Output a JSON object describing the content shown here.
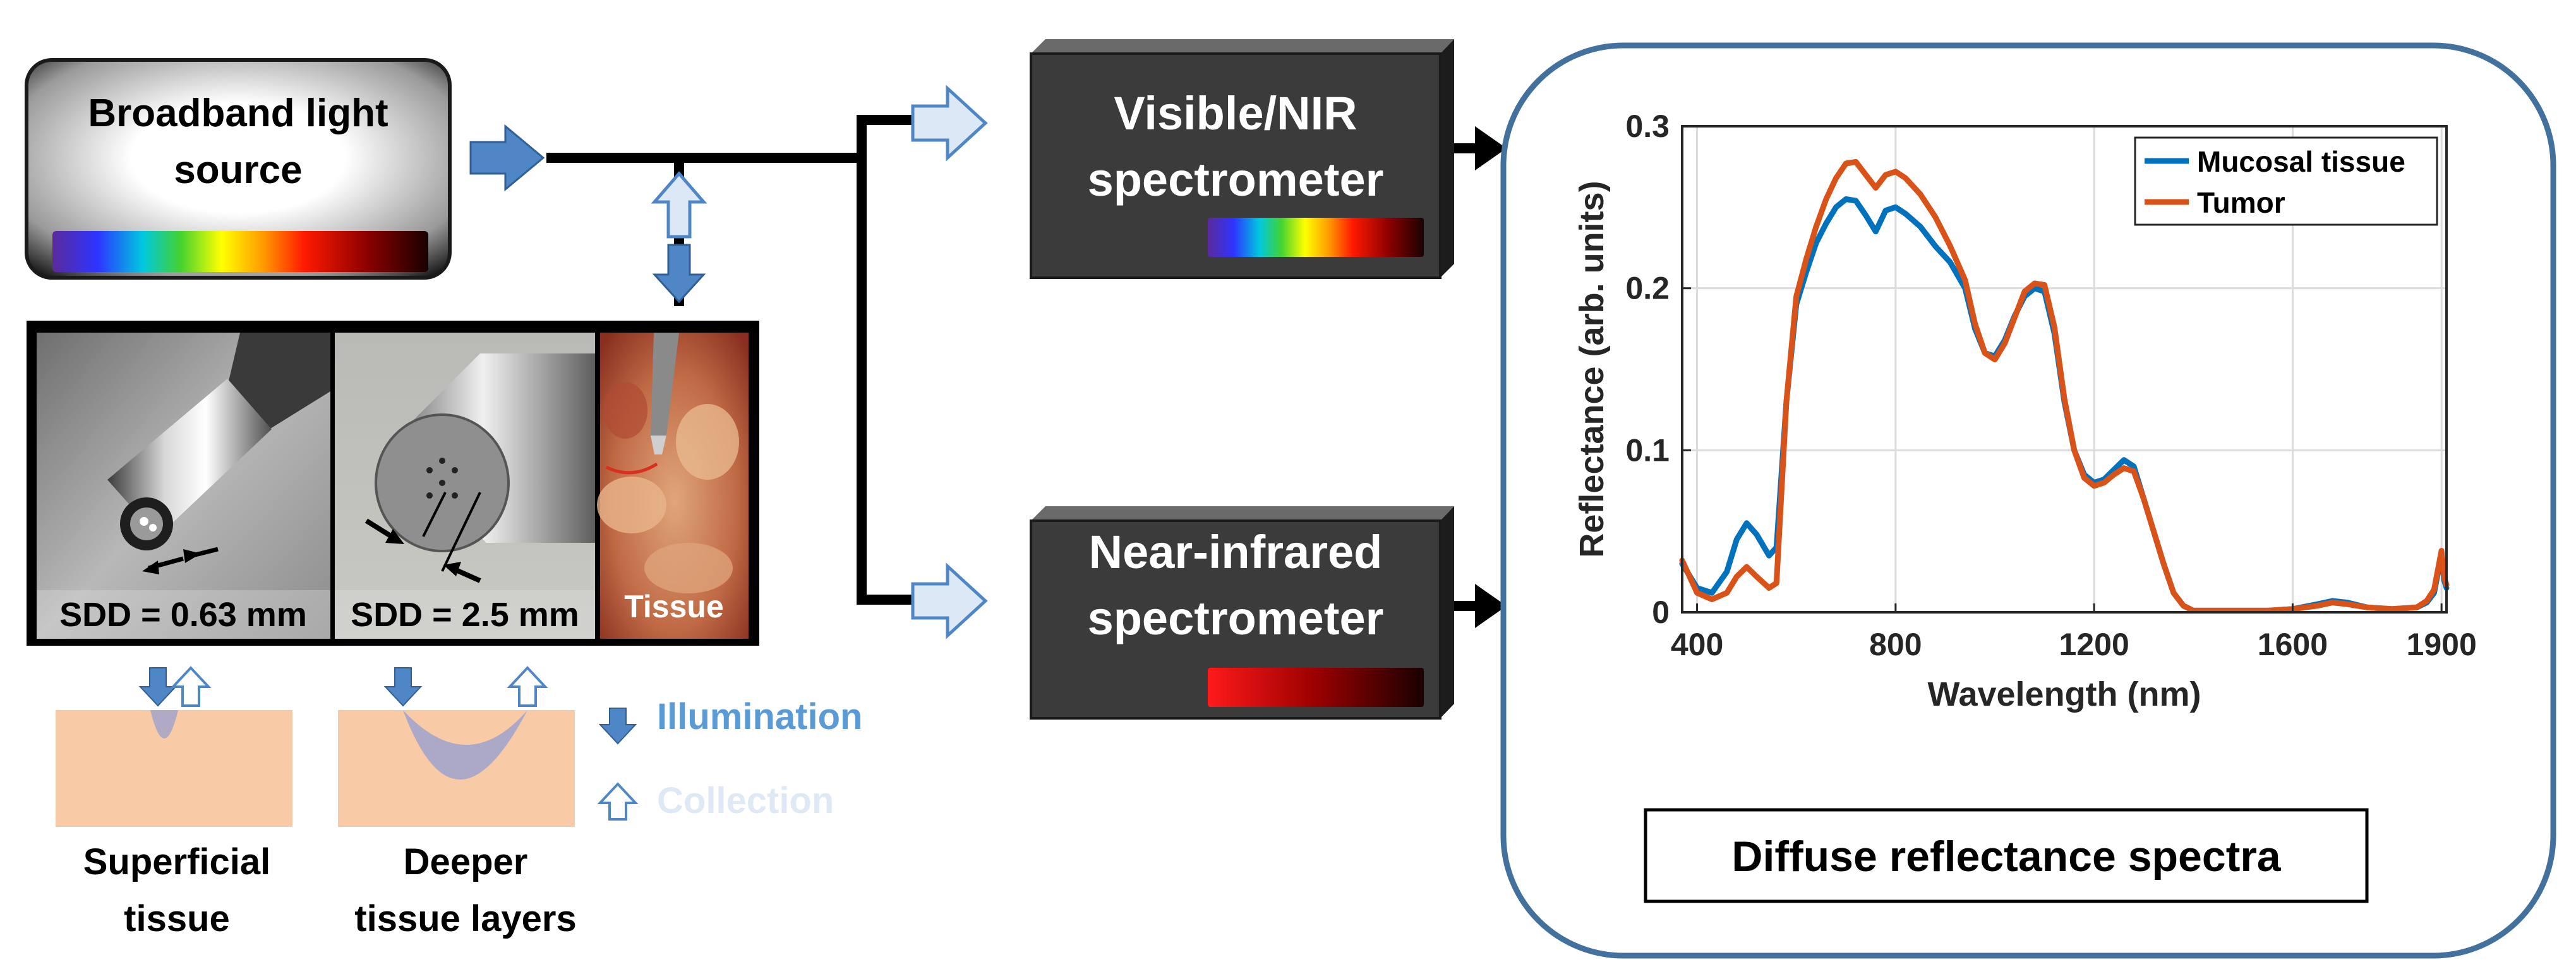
{
  "source_box": {
    "line1": "Broadband light",
    "line2": "source"
  },
  "photos": {
    "probe1_label": "SDD = 0.63 mm",
    "probe2_label": "SDD = 2.5 mm",
    "tissue_label": "Tissue"
  },
  "depth": {
    "superficial_line1": "Superficial",
    "superficial_line2": "tissue",
    "deeper_line1": "Deeper",
    "deeper_line2": "tissue layers"
  },
  "legend_arrows": {
    "illumination": "Illumination",
    "collection": "Collection"
  },
  "spectrometers": {
    "visible_line1": "Visible/NIR",
    "visible_line2": "spectrometer",
    "nir_line1": "Near-infrared",
    "nir_line2": "spectrometer"
  },
  "result_caption": "Diffuse reflectance spectra",
  "colors": {
    "arrow_blue": "#4f86c6",
    "arrow_light": "#dce8f5",
    "tissue_peach": "#f8cba6",
    "penetration": "#a7a6c8",
    "mucosal": "#0072bd",
    "tumor": "#d95319",
    "panel_border": "#41719c",
    "spectrometer_fill": "#3b3b3b"
  },
  "chart_data": {
    "type": "line",
    "xlabel": "Wavelength (nm)",
    "ylabel": "Reflectance (arb. units)",
    "xlim": [
      370,
      1910
    ],
    "ylim": [
      0,
      0.3
    ],
    "xticks": [
      400,
      800,
      1200,
      1600,
      1900
    ],
    "yticks": [
      0,
      0.1,
      0.2,
      0.3
    ],
    "xtick_labels": [
      "400",
      "800",
      "1200",
      "1600",
      "1900"
    ],
    "ytick_labels": [
      "0",
      "0.1",
      "0.2",
      "0.3"
    ],
    "grid": true,
    "legend_position": "top-right",
    "series": [
      {
        "name": "Mucosal tissue",
        "color": "#0072bd",
        "x": [
          370,
          400,
          430,
          460,
          480,
          500,
          520,
          545,
          560,
          580,
          600,
          620,
          640,
          660,
          680,
          700,
          720,
          740,
          760,
          780,
          800,
          820,
          850,
          880,
          910,
          940,
          960,
          980,
          1000,
          1020,
          1040,
          1060,
          1080,
          1100,
          1120,
          1140,
          1160,
          1180,
          1200,
          1220,
          1240,
          1260,
          1280,
          1300,
          1320,
          1340,
          1360,
          1380,
          1400,
          1450,
          1500,
          1550,
          1600,
          1650,
          1680,
          1710,
          1750,
          1800,
          1850,
          1870,
          1885,
          1895,
          1900,
          1905,
          1910
        ],
        "y": [
          0.03,
          0.015,
          0.012,
          0.025,
          0.045,
          0.055,
          0.048,
          0.035,
          0.04,
          0.13,
          0.19,
          0.21,
          0.228,
          0.24,
          0.25,
          0.255,
          0.254,
          0.245,
          0.235,
          0.248,
          0.25,
          0.246,
          0.238,
          0.226,
          0.216,
          0.2,
          0.175,
          0.16,
          0.158,
          0.168,
          0.183,
          0.195,
          0.2,
          0.198,
          0.172,
          0.13,
          0.1,
          0.085,
          0.08,
          0.082,
          0.088,
          0.094,
          0.09,
          0.07,
          0.05,
          0.03,
          0.012,
          0.004,
          0.001,
          0.001,
          0.001,
          0.001,
          0.002,
          0.005,
          0.007,
          0.006,
          0.003,
          0.002,
          0.003,
          0.006,
          0.012,
          0.028,
          0.036,
          0.02,
          0.015
        ]
      },
      {
        "name": "Tumor",
        "color": "#d95319",
        "x": [
          370,
          400,
          430,
          460,
          480,
          500,
          520,
          545,
          560,
          580,
          600,
          620,
          640,
          660,
          680,
          700,
          720,
          740,
          760,
          780,
          800,
          820,
          850,
          880,
          910,
          940,
          960,
          980,
          1000,
          1020,
          1040,
          1060,
          1080,
          1100,
          1120,
          1140,
          1160,
          1180,
          1200,
          1220,
          1240,
          1260,
          1280,
          1300,
          1320,
          1340,
          1360,
          1380,
          1400,
          1450,
          1500,
          1550,
          1600,
          1650,
          1680,
          1710,
          1750,
          1800,
          1850,
          1870,
          1885,
          1895,
          1900,
          1905,
          1910
        ],
        "y": [
          0.032,
          0.012,
          0.008,
          0.012,
          0.022,
          0.028,
          0.022,
          0.015,
          0.018,
          0.13,
          0.195,
          0.218,
          0.238,
          0.255,
          0.268,
          0.277,
          0.278,
          0.27,
          0.262,
          0.27,
          0.272,
          0.268,
          0.258,
          0.244,
          0.226,
          0.205,
          0.178,
          0.16,
          0.156,
          0.166,
          0.182,
          0.198,
          0.203,
          0.202,
          0.176,
          0.132,
          0.1,
          0.083,
          0.078,
          0.08,
          0.085,
          0.089,
          0.087,
          0.07,
          0.05,
          0.03,
          0.012,
          0.004,
          0.001,
          0.001,
          0.001,
          0.001,
          0.002,
          0.004,
          0.006,
          0.005,
          0.003,
          0.002,
          0.003,
          0.007,
          0.014,
          0.03,
          0.038,
          0.022,
          0.017
        ]
      }
    ]
  }
}
